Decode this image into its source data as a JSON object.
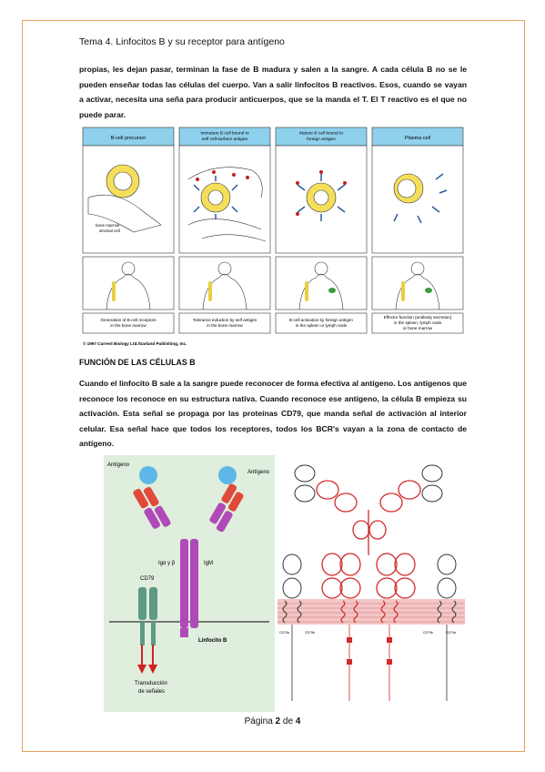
{
  "header": "Tema 4. Linfocitos B y su receptor para antígeno",
  "para1": "propias, les dejan pasar, terminan la fase de B madura y salen a la sangre. A cada célula B no se le pueden enseñar todas las células del cuerpo. Van a salir linfocitos B reactivos. Esos, cuando se vayan a activar, necesita una seña para producir anticuerpos, que se la manda el T. El T reactivo es el que no puede parar.",
  "figure1": {
    "panels": [
      {
        "title": "B-cell precursor",
        "caption": "Generation of B-cell receptors in the bone marrow",
        "note": "bone marrow stromal cell"
      },
      {
        "title": "Immature B cell bound to self cell-surface antigen",
        "caption": "Tolerance induction by self antigen in the bone marrow"
      },
      {
        "title": "Mature B cell bound to foreign antigen",
        "caption": "B-cell activation by foreign antigen in the spleen or lymph node"
      },
      {
        "title": "Plasma cell",
        "caption": "Effector function (antibody secretion) in the spleen, lymph node or bone marrow"
      }
    ],
    "credit": "© 1997 Current Biology Ltd./Garland Publishing, Inc."
  },
  "heading": "FUNCIÓN DE LAS CÉLULAS B",
  "para2": "Cuando el linfocito B sale a la sangre puede reconocer de forma efectiva al antígeno. Los antígenos que reconoce los reconoce en su estructura nativa. Cuando reconoce ese antígeno, la célula B empieza su activación. Esta señal se propaga por las proteínas CD79, que manda señal de activación al interior celular. Esa señal hace que todos los receptores, todos los BCR's vayan a la zona de contacto de antígeno.",
  "figure2": {
    "antigen_left": "Antígeno",
    "antigen_right": "Antígeno",
    "ig_label": "Igα y β",
    "igm_label": "IgM",
    "cd79_label": "CD79",
    "cell_label": "Linfocito B",
    "signal_label": "Transducción de señales"
  },
  "figure3": {
    "labels": [
      "CD79a",
      "CD79b",
      "CD79b",
      "CD79a"
    ]
  },
  "footer": {
    "prefix": "Página ",
    "current": "2",
    "sep": " de ",
    "total": "4"
  }
}
